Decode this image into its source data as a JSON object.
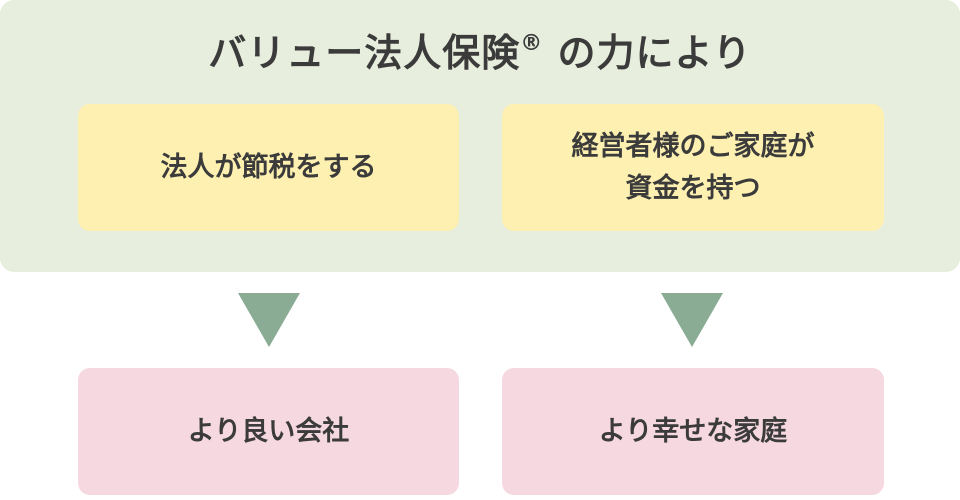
{
  "title": {
    "main": "バリュー法人保険",
    "registered": "®",
    "tail": " の力により"
  },
  "top_boxes": [
    {
      "lines": [
        "法人が節税をする"
      ]
    },
    {
      "lines": [
        "経営者様のご家庭が",
        "資金を持つ"
      ]
    }
  ],
  "bottom_boxes": [
    {
      "lines": [
        "より良い会社"
      ]
    },
    {
      "lines": [
        "より幸せな家庭"
      ]
    }
  ],
  "colors": {
    "panel": "#e8eedd",
    "top_box": "#fdf0b0",
    "bottom_box": "#f6d8e0",
    "arrow": "#8aab94",
    "text": "#3b3b3b"
  }
}
